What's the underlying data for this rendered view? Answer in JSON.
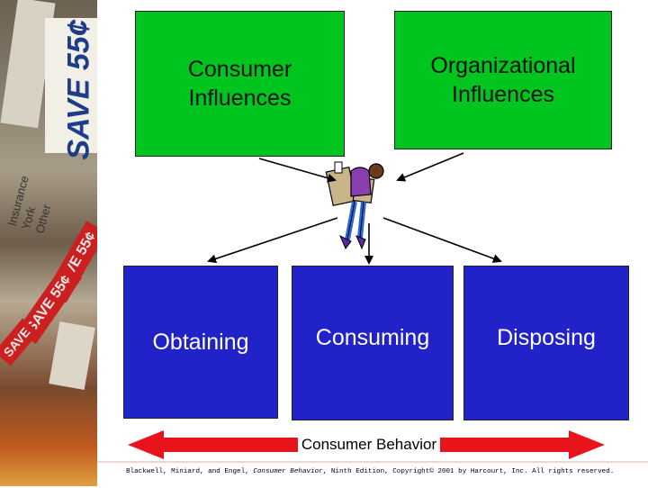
{
  "boxes": {
    "consumer_influences": "Consumer\nInfluences",
    "organizational_influences": "Organizational\nInfluences",
    "obtaining": "Obtaining",
    "consuming": "Consuming",
    "disposing": "Disposing"
  },
  "behavior_label": "Consumer Behavior",
  "credit": {
    "authors": "Blackwell, Miniard, and Engel, ",
    "book": "Consumer Behavior",
    "rest": ", Ninth Edition, Copyright© 2001 by Harcourt, Inc.  All rights reserved."
  },
  "collage": {
    "big_save": "SAVE 55¢",
    "tag_1": "SAVE 55¢",
    "tag_2": "SAVE 55¢",
    "tag_3": "SAVE",
    "form_text": "Insurance York Other"
  },
  "colors": {
    "green_box": "#00c51e",
    "blue_box": "#2222c9",
    "arrow_red": "#e8141c"
  }
}
